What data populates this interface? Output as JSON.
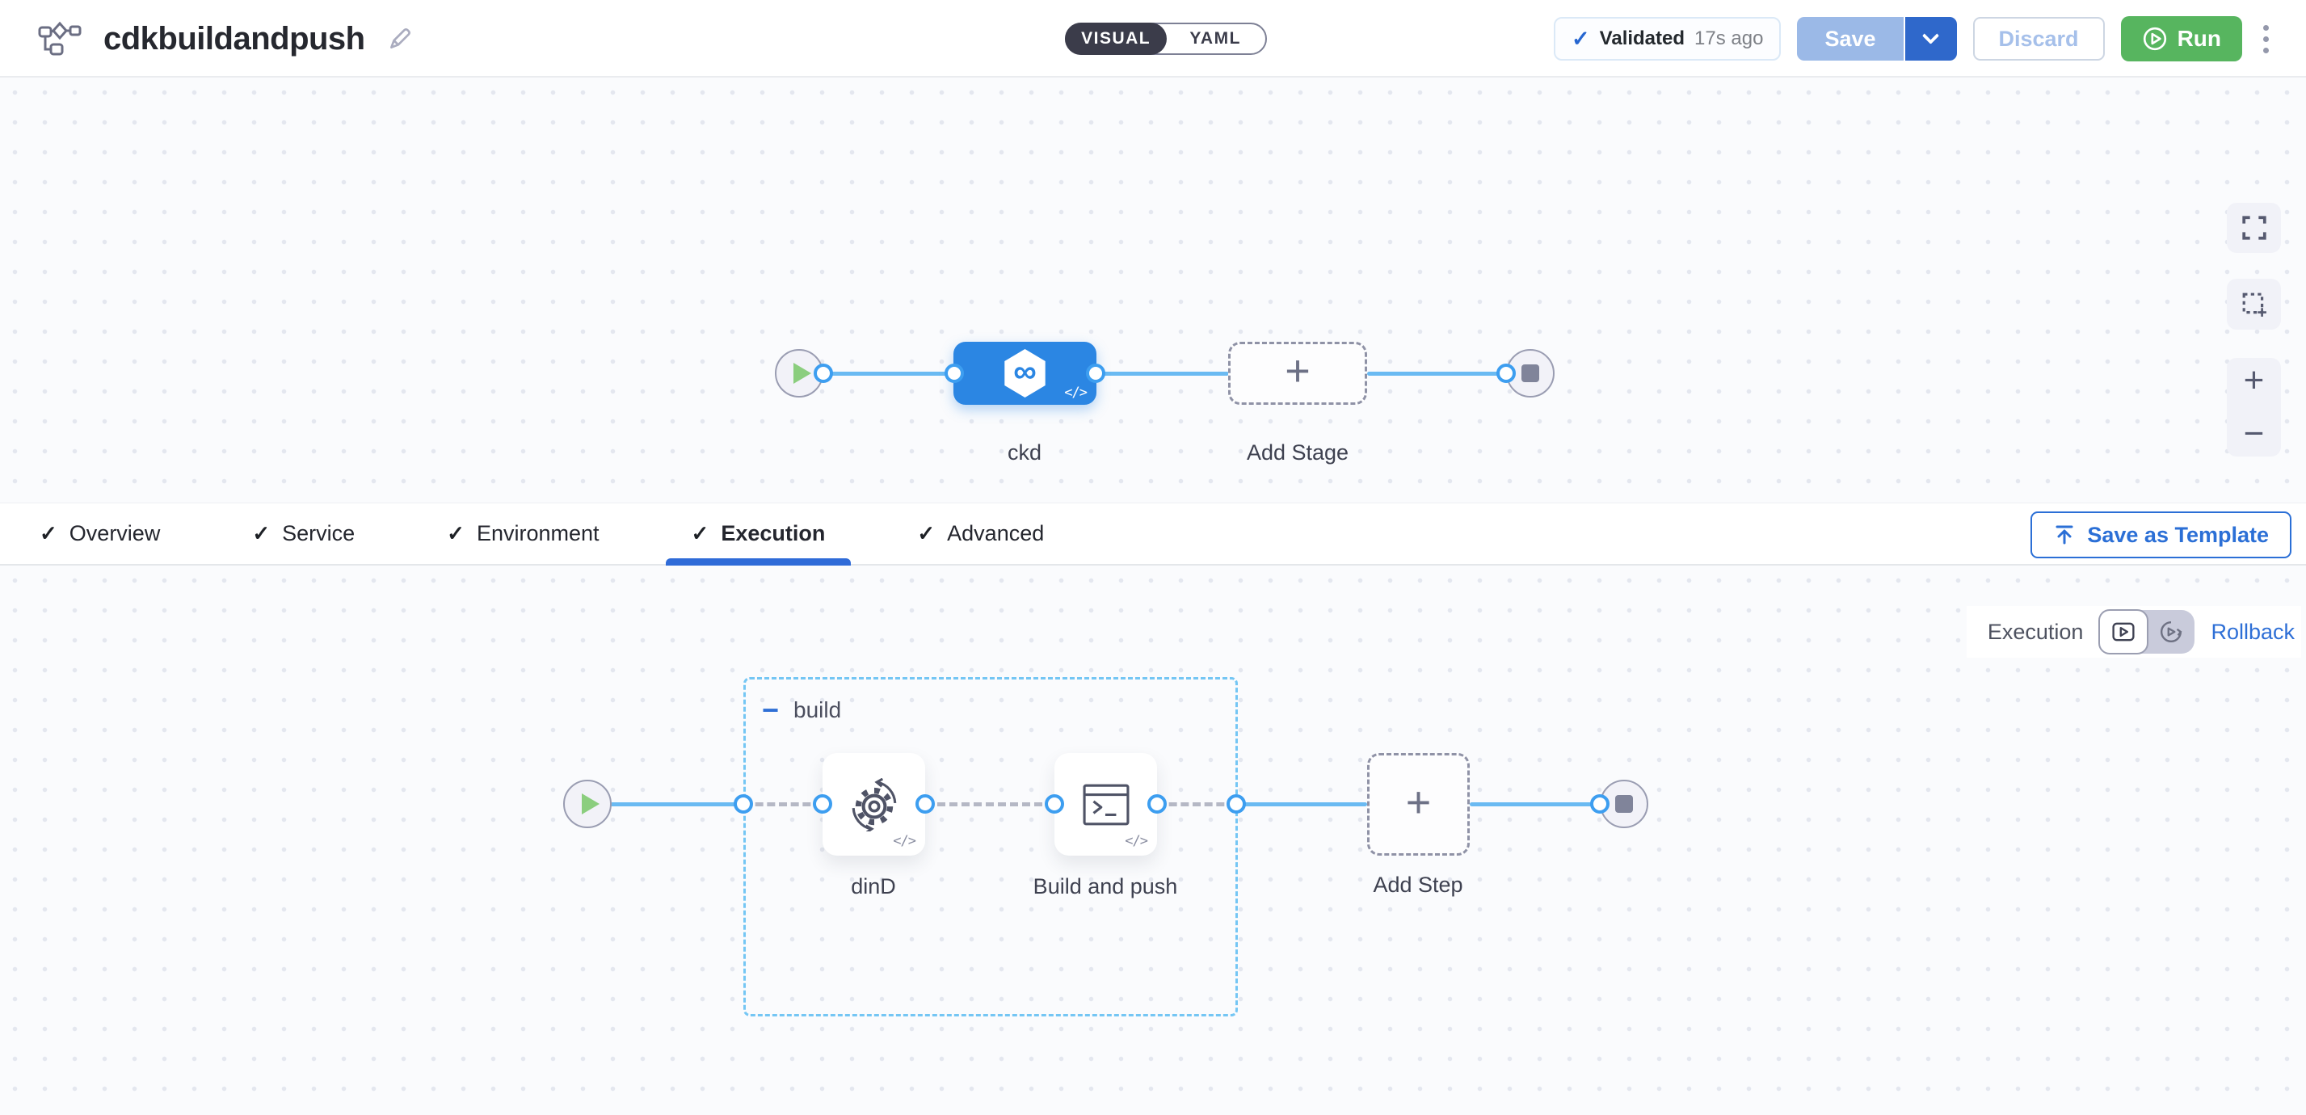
{
  "header": {
    "title": "cdkbuildandpush",
    "mode_toggle": {
      "visual_label": "VISUAL",
      "yaml_label": "YAML",
      "selected": "VISUAL"
    },
    "validated_badge": {
      "label": "Validated",
      "time_ago": "17s ago"
    },
    "buttons": {
      "save": "Save",
      "discard": "Discard",
      "run": "Run"
    }
  },
  "stage_canvas": {
    "stage_name": "ckd",
    "add_stage_label": "Add Stage"
  },
  "tabs": {
    "items": [
      {
        "label": "Overview",
        "active": false
      },
      {
        "label": "Service",
        "active": false
      },
      {
        "label": "Environment",
        "active": false
      },
      {
        "label": "Execution",
        "active": true
      },
      {
        "label": "Advanced",
        "active": false
      }
    ],
    "save_as_template_label": "Save as Template"
  },
  "execution_canvas": {
    "mode_label": "Execution",
    "rollback_label": "Rollback",
    "stage_group_label": "build",
    "steps": [
      {
        "name": "dinD"
      },
      {
        "name": "Build and push"
      }
    ],
    "add_step_label": "Add Step"
  },
  "icons": {
    "check": "✓",
    "plus": "+",
    "minus": "−",
    "infinity": "∞",
    "code_badge": "</>",
    "zoom_in": "+",
    "zoom_out": "−"
  },
  "colors": {
    "accent_blue": "#2b6fd6",
    "stage_blue": "#2b86e3",
    "connector_blue": "#6abaf2",
    "port_ring_blue": "#3d9ef0",
    "run_green": "#57b55f",
    "validated_check_blue": "#2666d0",
    "group_border_blue": "#74c6f4",
    "canvas_bg": "#fafbfd",
    "toggle_dark": "#3b3c4a"
  }
}
